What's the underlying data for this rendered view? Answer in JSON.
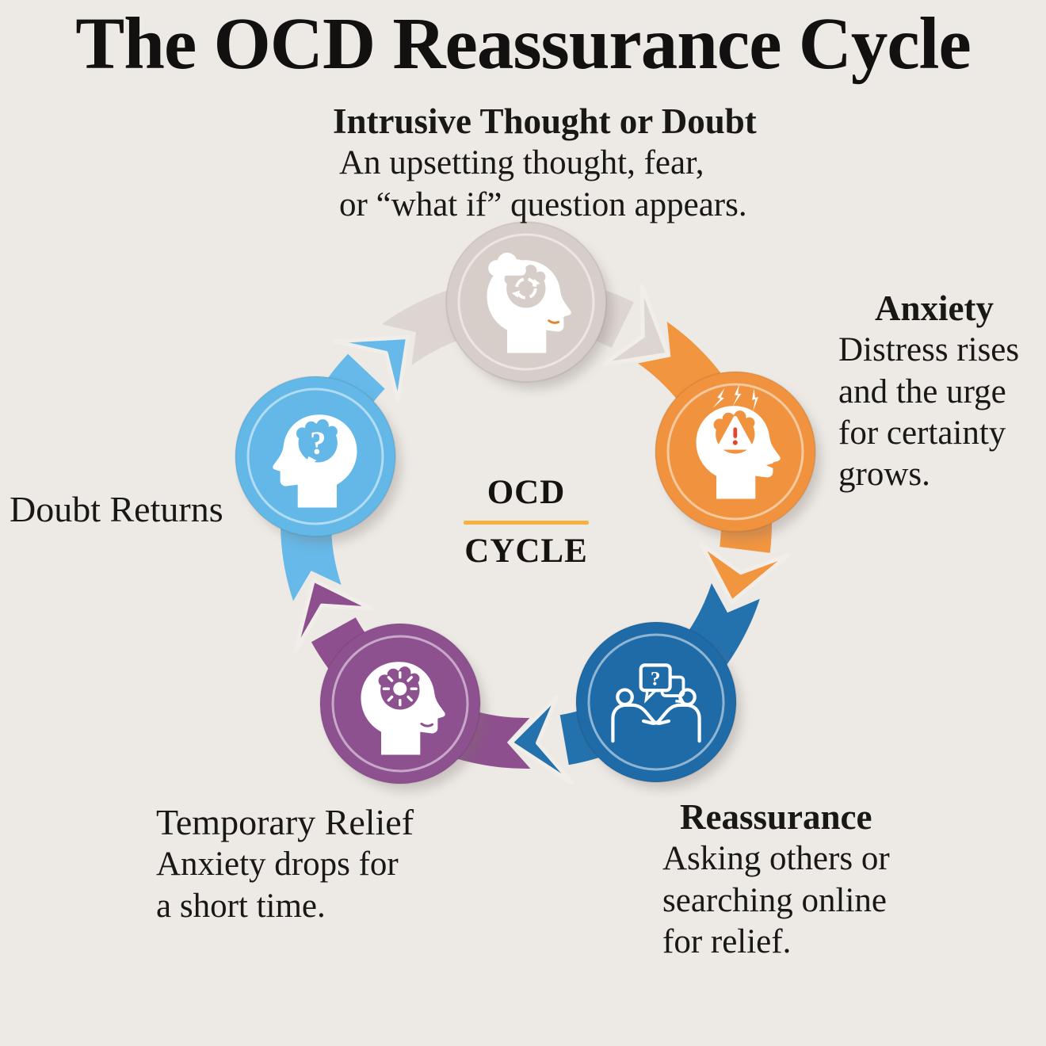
{
  "title": "The OCD Reassurance Cycle",
  "center": {
    "top": "OCD",
    "bottom": "CYCLE",
    "divider_color": "#f2b340"
  },
  "colors": {
    "background": "#edeae6",
    "title_text": "#121110",
    "body_text": "#1a1815",
    "alert_red": "#e2472e",
    "mouth_orange": "#e0862f",
    "icon_white": "#ffffff"
  },
  "nodes": [
    {
      "id": "intrusive-thought",
      "heading": "Intrusive Thought or Doubt",
      "body": [
        "An upsetting thought, fear,",
        "or “what if” question appears."
      ],
      "color": "#d7cdc9",
      "arrow_color": "#ddd5d2",
      "icon": "thinking-head-cloud-cycle-icon"
    },
    {
      "id": "anxiety",
      "heading": "Anxiety",
      "body": [
        "Distress rises",
        "and the urge",
        "for certainty",
        "grows."
      ],
      "color": "#f0923e",
      "arrow_color": "#f2953f",
      "icon": "anxious-head-alert-icon"
    },
    {
      "id": "reassurance",
      "heading": "Reassurance",
      "body": [
        "Asking others or",
        "searching online",
        "for relief."
      ],
      "color": "#1e6ba7",
      "arrow_color": "#2371ad",
      "icon": "conversation-question-icon"
    },
    {
      "id": "temporary-relief",
      "heading": "Temporary Relief",
      "body": [
        "Anxiety drops for",
        "a short time."
      ],
      "color": "#8e5190",
      "arrow_color": "#8e4f8e",
      "icon": "relief-head-sun-icon"
    },
    {
      "id": "doubt-returns",
      "heading": "Doubt Returns",
      "body": [],
      "color": "#63b8e8",
      "arrow_color": "#66b9e9",
      "icon": "doubt-head-question-icon"
    }
  ]
}
